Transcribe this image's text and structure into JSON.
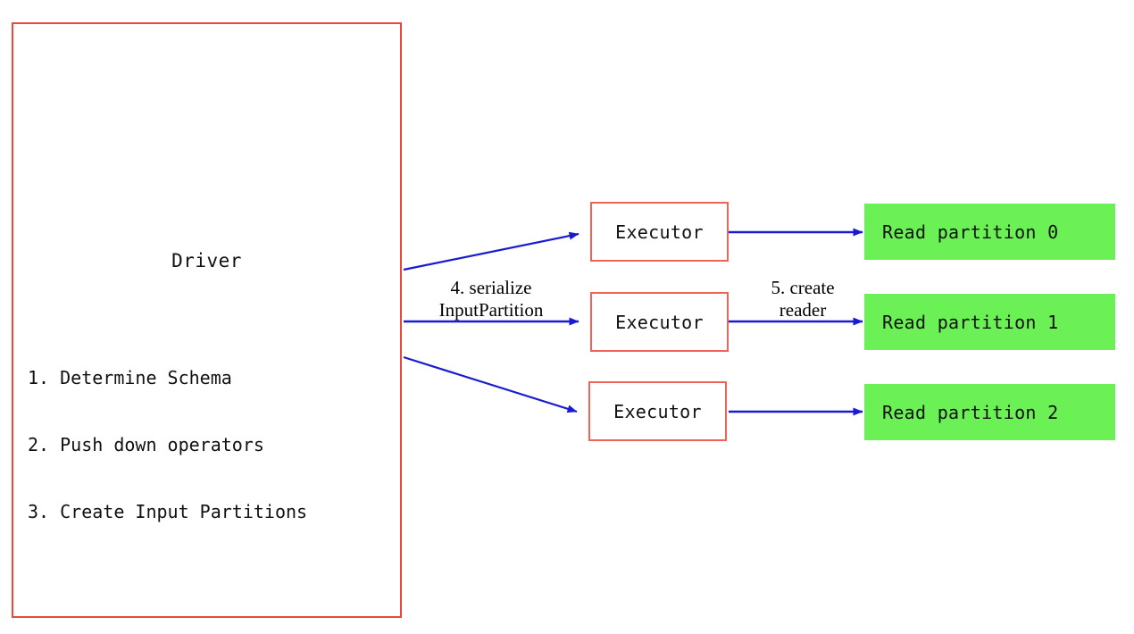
{
  "diagram": {
    "driver": {
      "title": "Driver",
      "steps": [
        "1. Determine Schema",
        "2. Push down operators",
        "3. Create Input Partitions"
      ],
      "border_color": "#e8493c"
    },
    "executors": [
      {
        "label": "Executor"
      },
      {
        "label": "Executor"
      },
      {
        "label": "Executor"
      }
    ],
    "partitions": [
      {
        "label": "Read partition 0",
        "fill": "#6bf055"
      },
      {
        "label": "Read partition 1",
        "fill": "#6bf055"
      },
      {
        "label": "Read partition 2",
        "fill": "#6bf055"
      }
    ],
    "edge_labels": {
      "serialize": "4. serialize\nInputPartition",
      "create_reader": "5. create\nreader"
    },
    "arrow_color": "#1a1ad0"
  }
}
